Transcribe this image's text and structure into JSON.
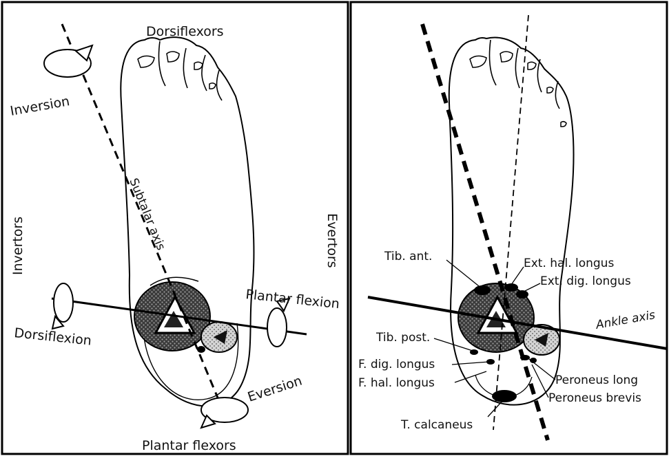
{
  "left_panel": {
    "labels": {
      "dorsiflexors": "Dorsiflexors",
      "inversion": "Inversion",
      "subtalar_axis": "Subtalar axis",
      "invertors": "Invertors",
      "evertors": "Evertors",
      "plantar_flexion": "Plantar flexion",
      "dorsiflexion": "Dorsiflexion",
      "eversion": "Eversion",
      "plantar_flexors": "Plantar flexors"
    }
  },
  "right_panel": {
    "labels": {
      "tib_ant": "Tib. ant.",
      "ext_hal_longus": "Ext. hal. longus",
      "ext_dig_longus": "Ext. dig. longus",
      "ankle_axis": "Ankle axis",
      "tib_post": "Tib. post.",
      "f_dig_longus": "F. dig. longus",
      "f_hal_longus": "F. hal. longus",
      "peroneus_long": "Peroneus long",
      "peroneus_brevis": "Peroneus brevis",
      "t_calcaneus": "T. calcaneus"
    }
  }
}
